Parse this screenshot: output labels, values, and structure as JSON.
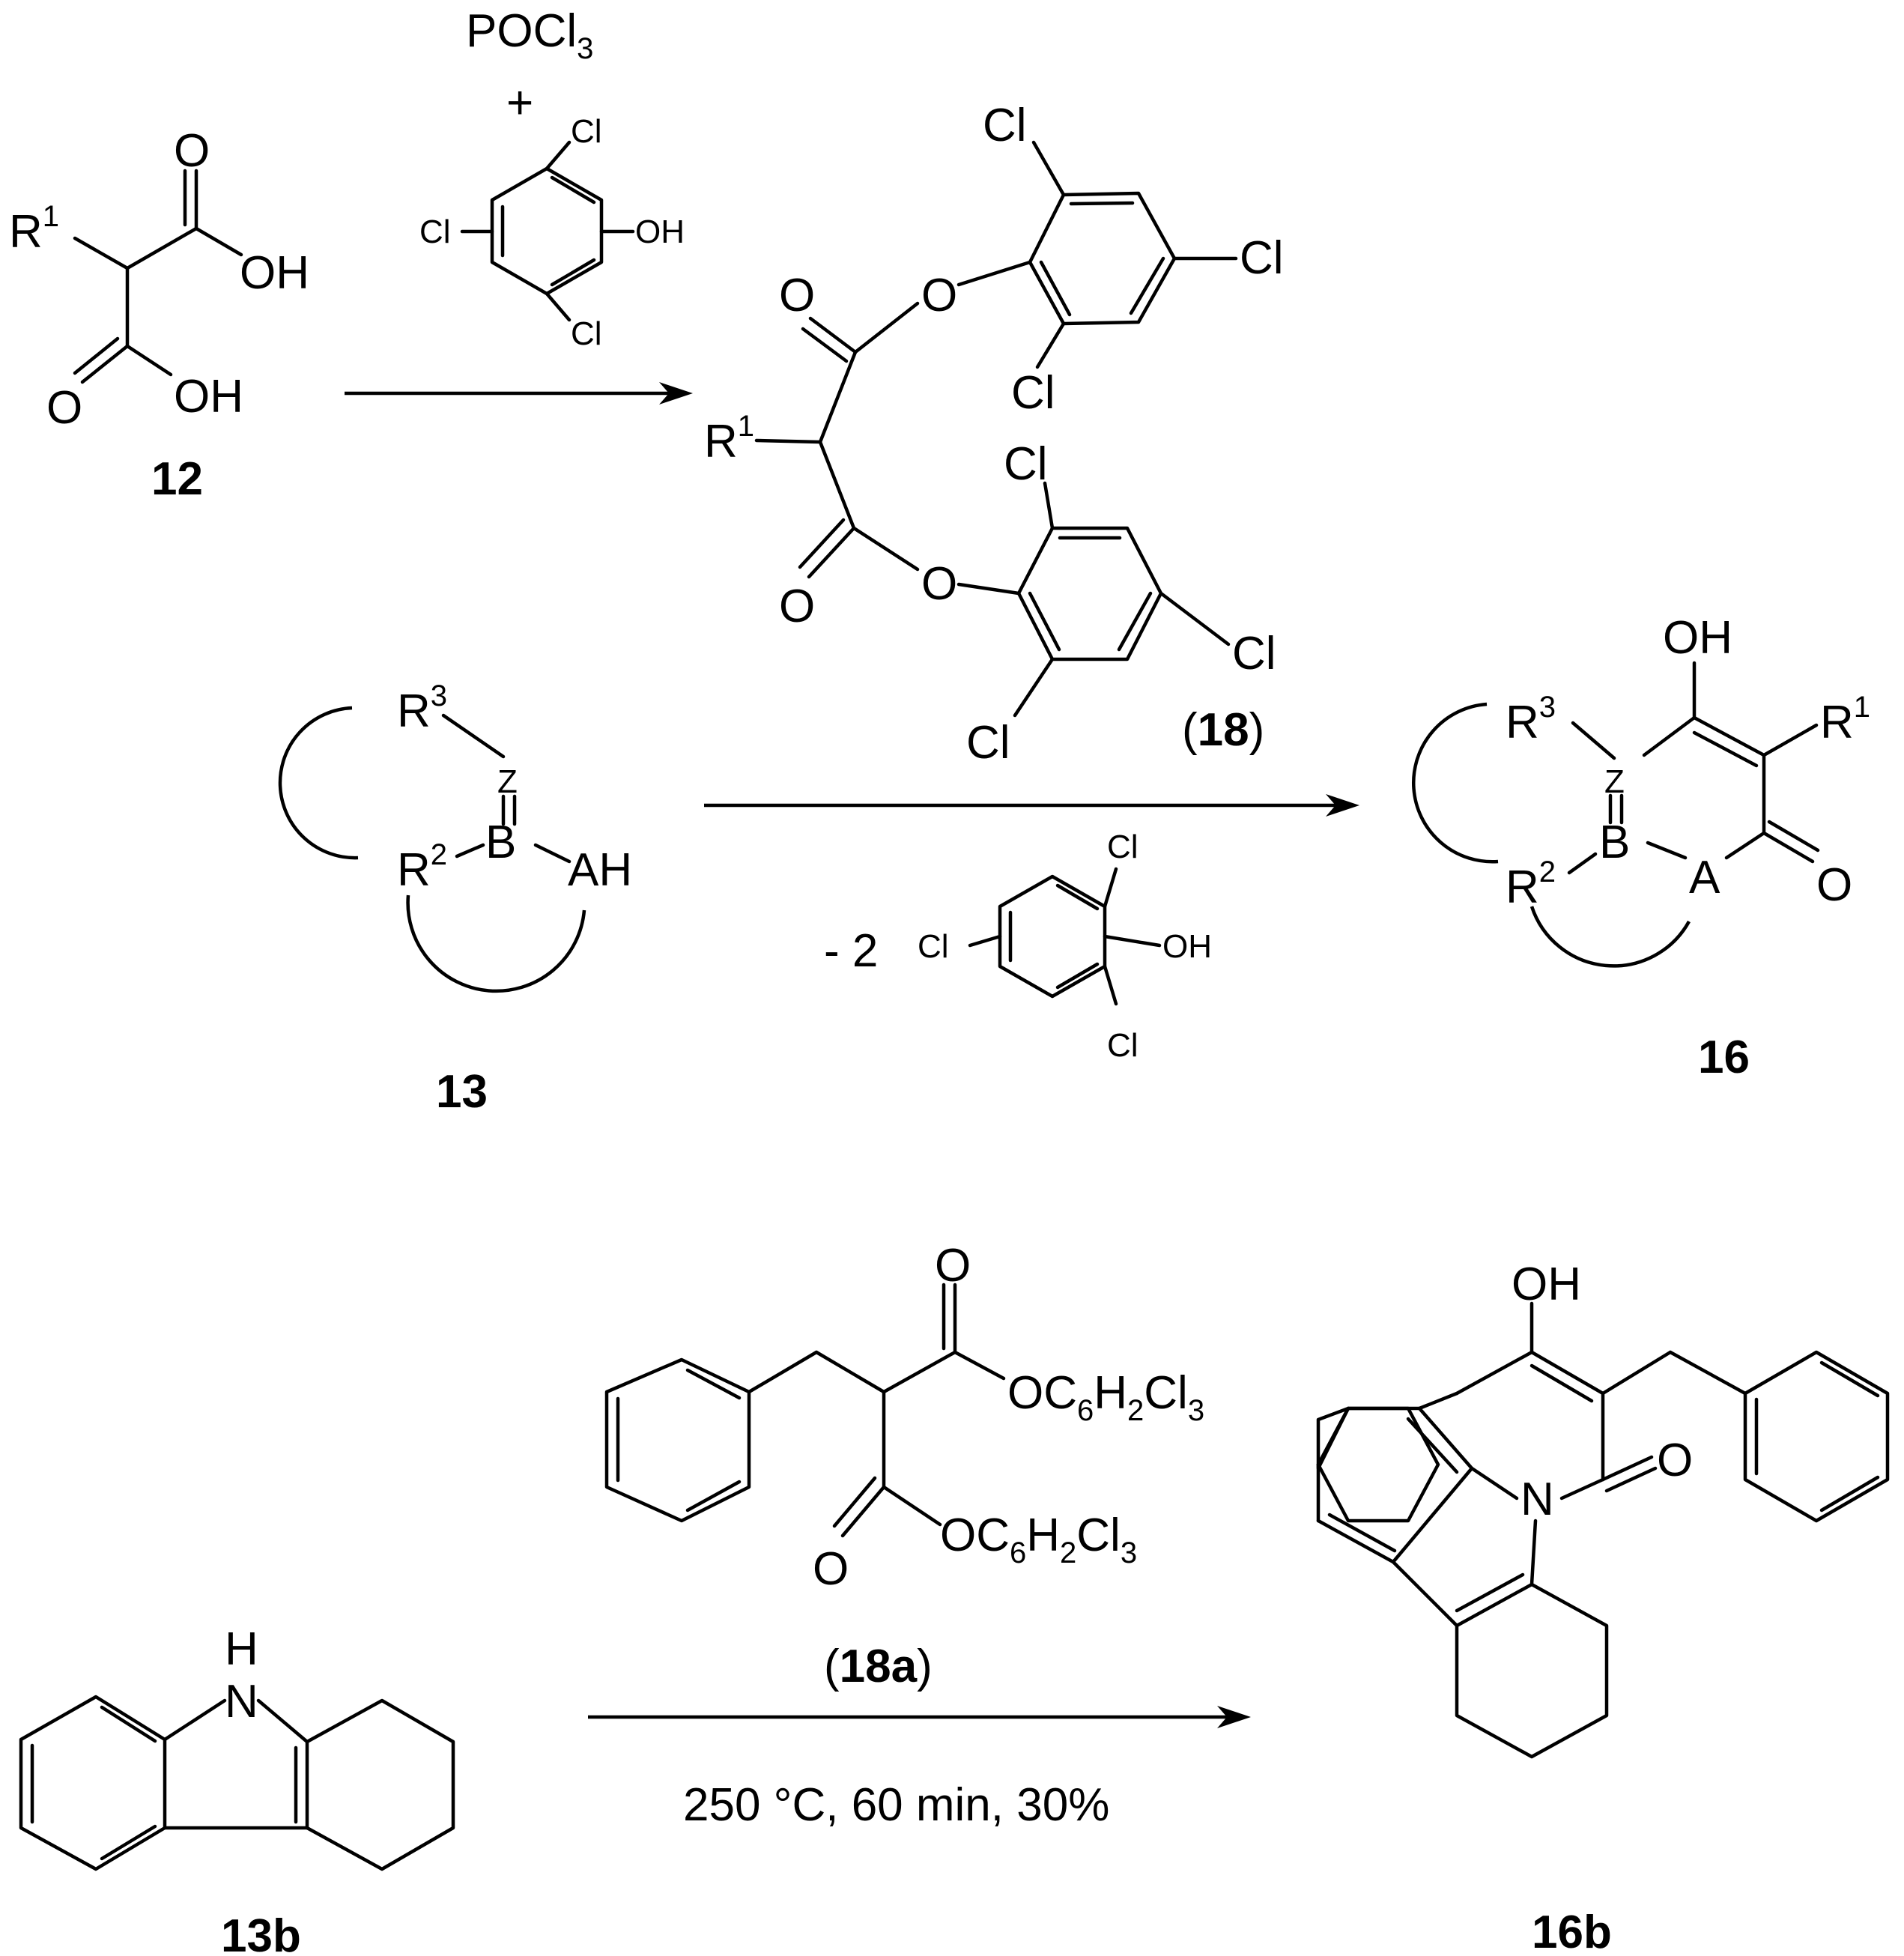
{
  "scheme": {
    "reaction1": {
      "reagent_top": "POCl",
      "reagent_top_sub": "3",
      "plus": "+",
      "phenol_cl": "Cl",
      "phenol_oh": "OH"
    },
    "cmpd12": {
      "label": "12",
      "r": "R",
      "r_sup": "1",
      "o": "O",
      "oh": "OH"
    },
    "cmpd18": {
      "label": "18",
      "paren_open": "(",
      "paren_close": ")",
      "r": "R",
      "r_sup": "1",
      "o": "O",
      "cl": "Cl"
    },
    "cmpd13": {
      "label": "13",
      "r3": "R",
      "r3_sup": "3",
      "r2": "R",
      "r2_sup": "2",
      "z": "Z",
      "b": "B",
      "ah": "AH"
    },
    "reaction2": {
      "minus_two": "- 2",
      "cl": "Cl",
      "oh": "OH"
    },
    "cmpd16": {
      "label": "16",
      "oh": "OH",
      "r1": "R",
      "r1_sup": "1",
      "r3": "R",
      "r3_sup": "3",
      "r2": "R",
      "r2_sup": "2",
      "z": "Z",
      "b": "B",
      "a": "A",
      "o": "O"
    },
    "cmpd18a": {
      "label": "18a",
      "paren_open": "(",
      "paren_close": ")",
      "o": "O",
      "ester_oc": "OC",
      "ester_6": "6",
      "ester_h": "H",
      "ester_2": "2",
      "ester_cl": "Cl",
      "ester_3": "3"
    },
    "cmpd13b": {
      "label": "13b",
      "nh_h": "H",
      "nh_n": "N"
    },
    "reaction3": {
      "conditions": "250 °C, 60 min, 30%"
    },
    "cmpd16b": {
      "label": "16b",
      "oh": "OH",
      "o": "O",
      "n": "N"
    }
  }
}
